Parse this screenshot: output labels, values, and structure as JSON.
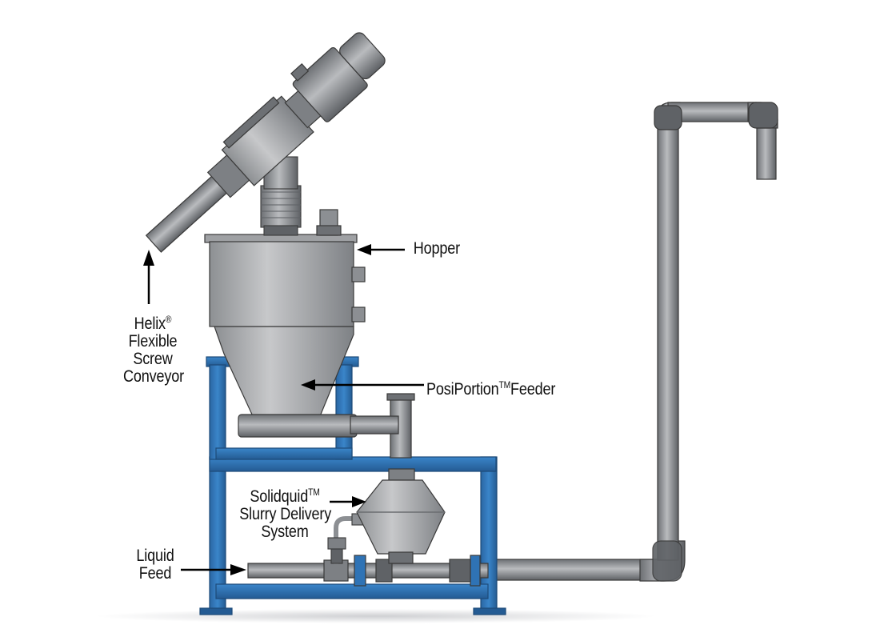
{
  "labels": {
    "hopper": "Hopper",
    "feeder": {
      "name": "PosiPortion",
      "mark": "TM",
      "suffix": "Feeder"
    },
    "conveyor": {
      "line1": "Helix",
      "mark": "®",
      "line2": "Flexible",
      "line3": "Screw",
      "line4": "Conveyor"
    },
    "slurry": {
      "line1": "Solidquid",
      "mark": "TM",
      "line2": "Slurry Delivery",
      "line3": "System"
    },
    "liquid": {
      "line1": "Liquid",
      "line2": "Feed"
    }
  },
  "colors": {
    "frame": "#2f73b5",
    "pipe": "#8c8f93",
    "steel": "#a6a8ab",
    "outline": "#3a3a3a",
    "arrow": "#000000",
    "floor": "#dcdde0"
  }
}
